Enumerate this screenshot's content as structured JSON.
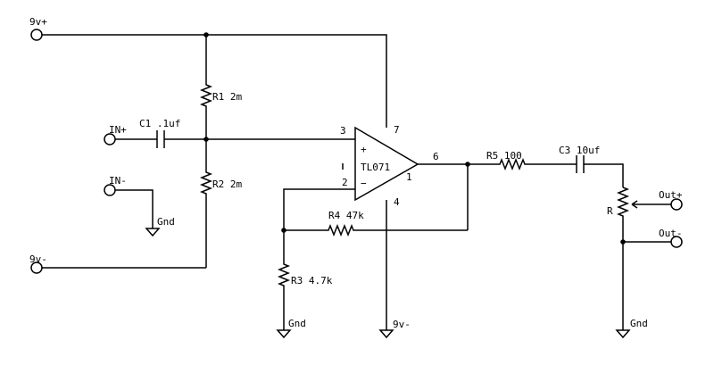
{
  "terminals": {
    "v_pos": "9v+",
    "v_neg": "9v-",
    "in_pos": "IN+",
    "in_neg": "IN-",
    "out_pos": "Out+",
    "out_neg": "Out-"
  },
  "components": {
    "r1": "R1 2m",
    "r2": "R2 2m",
    "r3": "R3 4.7k",
    "r4": "R4 47k",
    "r5": "R5 100",
    "c1": "C1 .1uf",
    "c3": "C3 10uf",
    "pot": "R"
  },
  "opamp": {
    "name": "TL071",
    "plus": "+",
    "minus": "−",
    "pin2": "2",
    "pin3": "3",
    "pin4": "4",
    "pin6": "6",
    "pin7": "7",
    "pin1": "1"
  },
  "grounds": {
    "g1": "Gnd",
    "g2": "Gnd",
    "g3": "Gnd"
  },
  "supply_label": "9v-"
}
